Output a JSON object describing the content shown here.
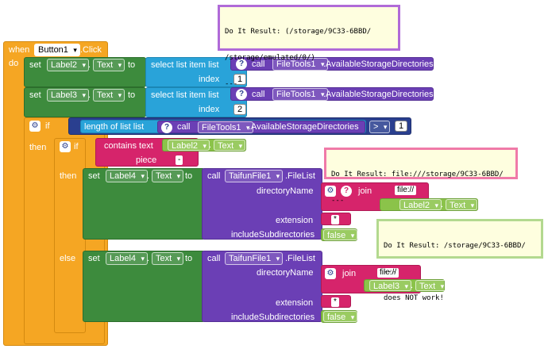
{
  "event": {
    "when": "when",
    "component": "Button1",
    "event": ".Click",
    "do": "do"
  },
  "row1": {
    "set": "set",
    "target": "Label2",
    "dot": ".",
    "prop": "Text",
    "to": "to",
    "select": "select list item  list",
    "call": "call",
    "comp": "FileTools1",
    "method": ".AvailableStorageDirectories",
    "index_label": "index",
    "index": "1"
  },
  "row2": {
    "set": "set",
    "target": "Label3",
    "dot": ".",
    "prop": "Text",
    "to": "to",
    "select": "select list item  list",
    "call": "call",
    "comp": "FileTools1",
    "method": ".AvailableStorageDirectories",
    "index_label": "index",
    "index": "2"
  },
  "if_outer": {
    "if": "if",
    "length": "length of list  list",
    "call": "call",
    "comp": "FileTools1",
    "method": ".AvailableStorageDirectories",
    "op": ">",
    "value": "1",
    "then": "then"
  },
  "if_inner": {
    "if": "if",
    "contains": "contains  text",
    "label": "Label2",
    "dot": ".",
    "prop": "Text",
    "piece": "piece",
    "piece_value": "-",
    "then": "then",
    "else": "else"
  },
  "then_block": {
    "set": "set",
    "target": "Label4",
    "dot": ".",
    "prop": "Text",
    "to": "to",
    "call": "call",
    "comp": "TaifunFile1",
    "method": ".FileList",
    "dir": "directoryName",
    "join": "join",
    "str": "file://",
    "label": "Label2",
    "ldot": ".",
    "lprop": "Text",
    "ext": "extension",
    "ext_val": "*",
    "inc": "includeSubdirectories",
    "inc_val": "false"
  },
  "else_block": {
    "set": "set",
    "target": "Label4",
    "dot": ".",
    "prop": "Text",
    "to": "to",
    "call": "call",
    "comp": "TaifunFile1",
    "method": ".FileList",
    "dir": "directoryName",
    "join": "join",
    "str": "file://",
    "label": "Label3",
    "ldot": ".",
    "lprop": "Text",
    "ext": "extension",
    "ext_val": "*",
    "inc": "includeSubdirectories",
    "inc_val": "false"
  },
  "bubbles": {
    "b1": {
      "l1": "Do It Result: (/storage/9C33-6BBD/",
      "l2": "/storage/emulated/0/)",
      "l3": "---"
    },
    "b2": {
      "l1": "Do It Result: file:///storage/9C33-6BBD/",
      "l2": "---"
    },
    "b3": {
      "l1": "Do It Result: /storage/9C33-6BBD/",
      "l2": "---",
      "l3": "does NOT work!"
    }
  },
  "colors": {
    "event": "#f5a623",
    "set": "#3d8b3d",
    "list": "#29a3d9",
    "call": "#6b3fb5",
    "logic": "#2a3f8f",
    "text": "#d6246b",
    "label": "#8bc34a"
  }
}
